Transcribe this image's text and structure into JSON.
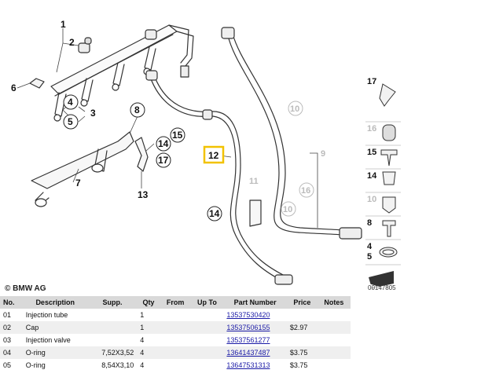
{
  "diagram": {
    "callouts": {
      "c1": "1",
      "c2": "2",
      "c3": "3",
      "c4": "4",
      "c5": "5",
      "c6": "6",
      "c7": "7",
      "c8": "8",
      "c9": "9",
      "c10a": "10",
      "c10b": "10",
      "c11": "11",
      "c12": "12",
      "c13": "13",
      "c14a": "14",
      "c14b": "14",
      "c15": "15",
      "c16": "16",
      "c17": "17"
    },
    "sidebar_labels": {
      "s17": "17",
      "s16": "16",
      "s15": "15",
      "s14": "14",
      "s10": "10",
      "s8": "8",
      "s4": "4",
      "s5": "5"
    },
    "copyright": "© BMW AG",
    "figure_id": "00147805",
    "highlight_color": "#f2c200"
  },
  "table": {
    "headers": {
      "no": "No.",
      "description": "Description",
      "supp": "Supp.",
      "qty": "Qty",
      "from": "From",
      "upto": "Up To",
      "part_number": "Part Number",
      "price": "Price",
      "notes": "Notes"
    },
    "rows": [
      {
        "no": "01",
        "description": "Injection tube",
        "supp": "",
        "qty": "1",
        "from": "",
        "upto": "",
        "part_number": "13537530420",
        "price": "",
        "notes": ""
      },
      {
        "no": "02",
        "description": "Cap",
        "supp": "",
        "qty": "1",
        "from": "",
        "upto": "",
        "part_number": "13537506155",
        "price": "$2.97",
        "notes": ""
      },
      {
        "no": "03",
        "description": "Injection valve",
        "supp": "",
        "qty": "4",
        "from": "",
        "upto": "",
        "part_number": "13537561277",
        "price": "",
        "notes": ""
      },
      {
        "no": "04",
        "description": "O-ring",
        "supp": "7,52X3,52",
        "qty": "4",
        "from": "",
        "upto": "",
        "part_number": "13641437487",
        "price": "$3.75",
        "notes": ""
      },
      {
        "no": "05",
        "description": "O-ring",
        "supp": "8,54X3,10",
        "qty": "4",
        "from": "",
        "upto": "",
        "part_number": "13647531313",
        "price": "$3.75",
        "notes": ""
      }
    ]
  }
}
